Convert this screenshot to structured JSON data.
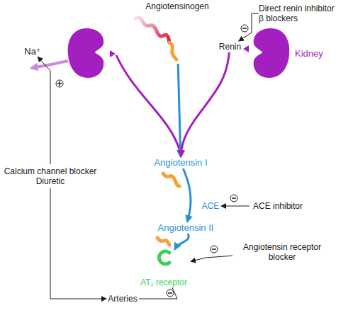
{
  "diagram": {
    "nodes": [
      {
        "text": [
          "Angiotensinogen"
        ]
      },
      {
        "text": [
          "Direct renin inhibitor β blockers"
        ]
      },
      {
        "text": [
          "Na⁺"
        ]
      },
      {
        "text": [
          "Renin"
        ]
      },
      {
        "text": [
          "Kidney"
        ]
      },
      {
        "text": [
          "Angiotensin I"
        ]
      },
      {
        "text": [
          "ACE"
        ]
      },
      {
        "text": [
          "ACE inhibitor"
        ]
      },
      {
        "text": [
          "Angiotensin II"
        ]
      },
      {
        "text": [
          "Angiotensin receptor blocker"
        ]
      },
      {
        "text": [
          "AT₁ receptor"
        ]
      },
      {
        "text": [
          "Calcium channel blocker Diuretic"
        ]
      },
      {
        "text": [
          "Arteries"
        ]
      }
    ],
    "edges": [
      {
        "from": 0,
        "to": 5,
        "arrow": "to"
      },
      {
        "from": 3,
        "to": 5,
        "arrow": "to"
      },
      {
        "from": 1,
        "to": 3,
        "arrow": "to"
      },
      {
        "from": 11,
        "to": 2,
        "arrow": "to"
      },
      {
        "from": 5,
        "to": 8,
        "arrow": "to"
      },
      {
        "from": 7,
        "to": 6,
        "arrow": "to"
      },
      {
        "from": 8,
        "to": 10,
        "arrow": "to"
      },
      {
        "from": 9,
        "to": 10,
        "arrow": "to"
      },
      {
        "from": 11,
        "to": 12,
        "arrow": "to"
      },
      {
        "from": 10,
        "to": 12,
        "arrow": "none"
      }
    ]
  }
}
